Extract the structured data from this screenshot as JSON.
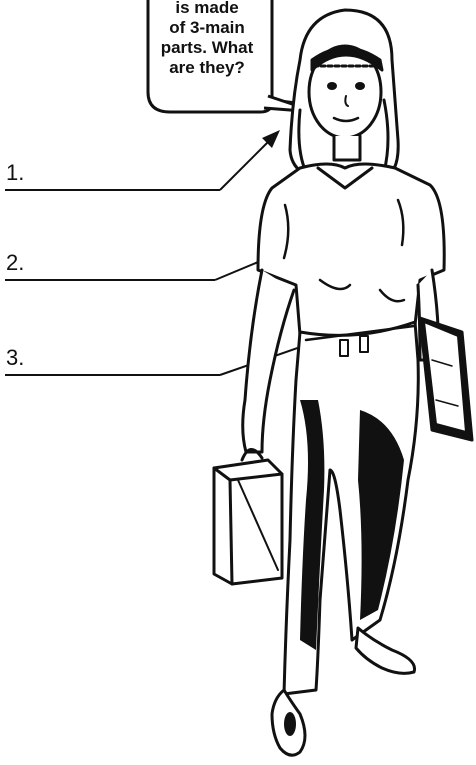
{
  "speech_bubble": {
    "lines": [
      "is made",
      "of 3-main",
      "parts. What",
      "are they?"
    ]
  },
  "top_fragment": "",
  "labels": [
    {
      "number": "1."
    },
    {
      "number": "2."
    },
    {
      "number": "3."
    }
  ],
  "colors": {
    "ink": "#111111",
    "paper": "#ffffff"
  }
}
